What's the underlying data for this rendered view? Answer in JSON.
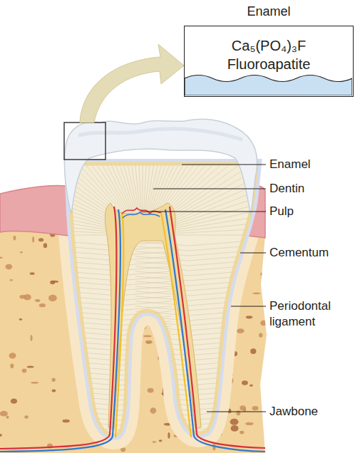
{
  "diagram": {
    "nodes": [
      {
        "text": [
          "Enamel",
          "Ca₅(PO₄)₃F",
          "Fluoroapatite"
        ]
      }
    ],
    "labels": [
      "Enamel",
      "Dentin",
      "Pulp",
      "Cementum",
      "Periodontal ligament",
      "Jawbone"
    ]
  }
}
